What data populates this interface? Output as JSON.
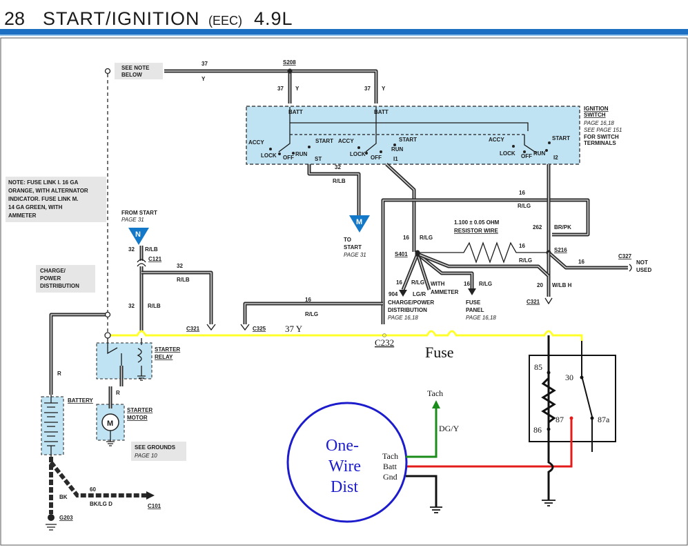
{
  "header": {
    "page_number": "28",
    "title": "START/IGNITION",
    "subtitle": "(EEC)",
    "engine": "4.9L"
  },
  "notes": {
    "see_note": [
      "SEE NOTE",
      "BELOW"
    ],
    "fuse_link": [
      "NOTE: FUSE LINK I. 16 GA",
      "ORANGE, WITH ALTERNATOR",
      "INDICATOR. FUSE LINK M.",
      "14 GA GREEN, WITH",
      "AMMETER"
    ],
    "charge_power": [
      "CHARGE/",
      "POWER",
      "DISTRIBUTION"
    ],
    "see_grounds": [
      "SEE GROUNDS",
      "PAGE 10"
    ]
  },
  "ignition_switch": {
    "title": [
      "IGNITION",
      "SWITCH"
    ],
    "page": "PAGE 16,18",
    "see_page": [
      "SEE PAGE 151",
      "FOR SWITCH",
      "TERMINALS"
    ],
    "batt": "BATT",
    "accy": "ACCY",
    "lock": "LOCK",
    "off": "OFF",
    "run": "RUN",
    "start": "START",
    "st": "ST",
    "i1": "I1",
    "i2": "I2"
  },
  "splices": {
    "s208": "S208",
    "s401": "S401",
    "s216": "S216"
  },
  "connectors": {
    "c121": "C121",
    "c321a": "C321",
    "c325": "C325",
    "c232": "C232",
    "c321b": "C321",
    "c327": "C327",
    "c101": "C101",
    "g203": "G203"
  },
  "wires": {
    "w37": "37",
    "y": "Y",
    "w32": "32",
    "r_lb": "R/LB",
    "w16": "16",
    "r_lg": "R/LG",
    "w262": "262",
    "br_pk": "BR/PK",
    "w20": "20",
    "w_lb_h": "W/LB H",
    "r": "R",
    "w60": "60",
    "bk_lg_d": "BK/LG D",
    "bk": "BK",
    "w904": "904",
    "lg_r": "LG/R"
  },
  "resistor_wire": {
    "value": "1.100 ± 0.05 OHM",
    "label": "RESISTOR WIRE"
  },
  "with_ammeter": [
    "WITH",
    "AMMETER"
  ],
  "callouts": {
    "from_start": "FROM START",
    "from_start_page": "PAGE 31",
    "to_start": [
      "TO",
      "START"
    ],
    "to_start_page": "PAGE 31",
    "n": "N",
    "m": "M",
    "charge_power_dist": [
      "CHARGE/POWER",
      "DISTRIBUTION"
    ],
    "charge_power_page": "PAGE 16,18",
    "fuse_panel": [
      "FUSE",
      "PANEL"
    ],
    "fuse_panel_page": "PAGE 16,18",
    "not_used": [
      "NOT",
      "USED"
    ]
  },
  "components": {
    "starter_relay": [
      "STARTER",
      "RELAY"
    ],
    "battery": "BATTERY",
    "starter_motor": [
      "STARTER",
      "MOTOR"
    ],
    "motor_symbol": "M"
  },
  "overlay": {
    "wire_37_y": "37  Y",
    "c232": "C232",
    "fuse": "Fuse",
    "relay_pins": {
      "p85": "85",
      "p30": "30",
      "p87": "87",
      "p87a": "87a",
      "p86": "86"
    },
    "tach_label": "Tach",
    "dg_y": "DG/Y",
    "distributor": [
      "One-",
      "Wire",
      "Dist"
    ],
    "dist_terminals": [
      "Tach",
      "Batt",
      "Gnd"
    ]
  },
  "colors": {
    "panel_fill": "#bfe3f3",
    "callout_fill": "#1478c8",
    "header_rule": "#1d6fc4",
    "overlay_wire": "#ffff2a",
    "tach_wire": "#1a8c1a",
    "batt_wire": "#e41b1b",
    "distributor": "#1c1ccc"
  }
}
